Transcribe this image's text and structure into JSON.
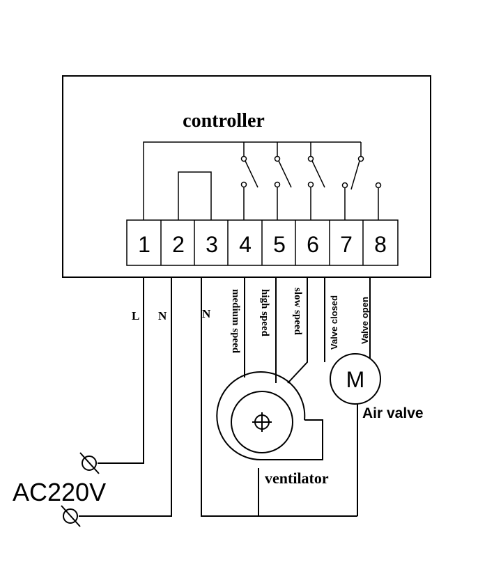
{
  "controller": {
    "title": "controller"
  },
  "terminals": [
    "1",
    "2",
    "3",
    "4",
    "5",
    "6",
    "7",
    "8"
  ],
  "line_labels": {
    "live": "L",
    "neutral_supply": "N",
    "neutral_return": "N"
  },
  "wire_labels": {
    "t4": "medium speed",
    "t5": "high speed",
    "t6": "slow speed",
    "t7": "Valve closed",
    "t8": "Valve open"
  },
  "motor": {
    "symbol": "M",
    "label": "Air valve"
  },
  "fan": {
    "label": "ventilator"
  },
  "supply": {
    "label": "AC220V"
  }
}
